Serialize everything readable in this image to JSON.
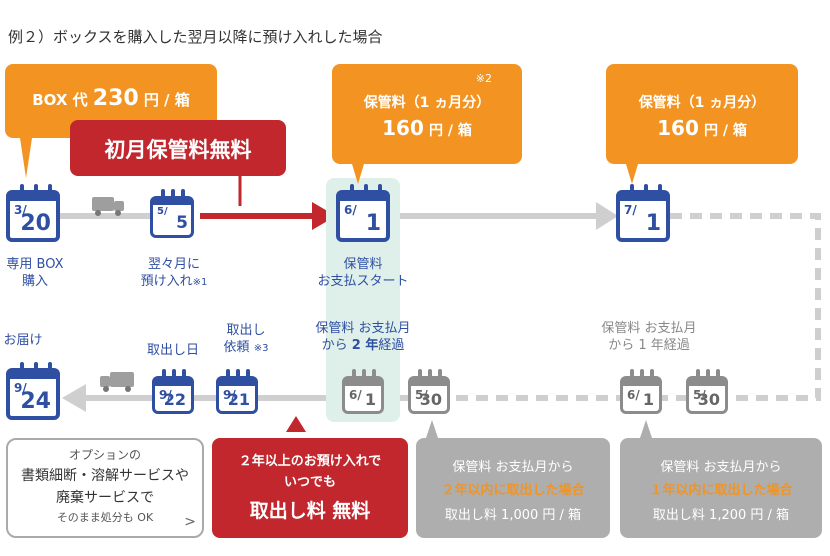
{
  "title": "例２）ボックスを購入した翌月以降に預け入れした場合",
  "callouts": {
    "box": {
      "label": "BOX 代",
      "price": "230",
      "unit": "円 / 箱"
    },
    "free_first": "初月保管料無料",
    "fee1": {
      "label": "保管料（1 ヵ月分）",
      "note": "※2",
      "price": "160",
      "unit": "円 / 箱"
    },
    "fee2": {
      "label": "保管料（1 ヵ月分）",
      "price": "160",
      "unit": "円 / 箱"
    },
    "options": {
      "line1": "オプションの",
      "line2": "書類細断・溶解サービスや",
      "line3": "廃棄サービスで",
      "line4": "そのまま処分も OK",
      "chevron": ">"
    },
    "free_retrieval": {
      "line1": "２年以上のお預け入れで",
      "line2": "いつでも",
      "line3": "取出し料 無料"
    },
    "within2": {
      "line1": "保管料 お支払月から",
      "line2": "２年以内に取出した場合",
      "line3": "取出し料 1,000 円 / 箱"
    },
    "within1": {
      "line1": "保管料 お支払月から",
      "line2": "１年以内に取出した場合",
      "line3": "取出し料 1,200 円 / 箱"
    }
  },
  "calendars": {
    "c320": {
      "m": "3/",
      "d": "20"
    },
    "c55": {
      "m": "5/",
      "d": "5"
    },
    "c61": {
      "m": "6/",
      "d": "1"
    },
    "c71": {
      "m": "7/",
      "d": "1"
    },
    "c924": {
      "m": "9/",
      "d": "24"
    },
    "c922": {
      "m": "9/",
      "d": "22"
    },
    "c921": {
      "m": "9/",
      "d": "21"
    },
    "c61b": {
      "m": "6/",
      "d": "1"
    },
    "c530": {
      "m": "5/",
      "d": "30"
    },
    "c61c": {
      "m": "6/",
      "d": "1"
    },
    "c530b": {
      "m": "5/",
      "d": "30"
    }
  },
  "labels": {
    "purchase": [
      "専用 BOX",
      "購入"
    ],
    "deposit": [
      "翌々月に",
      "預け入れ",
      "※1"
    ],
    "start": [
      "保管料",
      "お支払スタート"
    ],
    "delivery": "お届け",
    "retrieval_day": "取出し日",
    "request": [
      "取出し",
      "依頼",
      "※3"
    ],
    "two_years": [
      "保管料 お支払月",
      "から",
      "2 年",
      "経過"
    ],
    "one_year": [
      "保管料 お支払月",
      "から 1 年経過"
    ]
  },
  "colors": {
    "orange": "#f39422",
    "red": "#c1272d",
    "blue": "#2f4fa2",
    "grey": "#aeaeae",
    "band": "#dff0ea"
  }
}
